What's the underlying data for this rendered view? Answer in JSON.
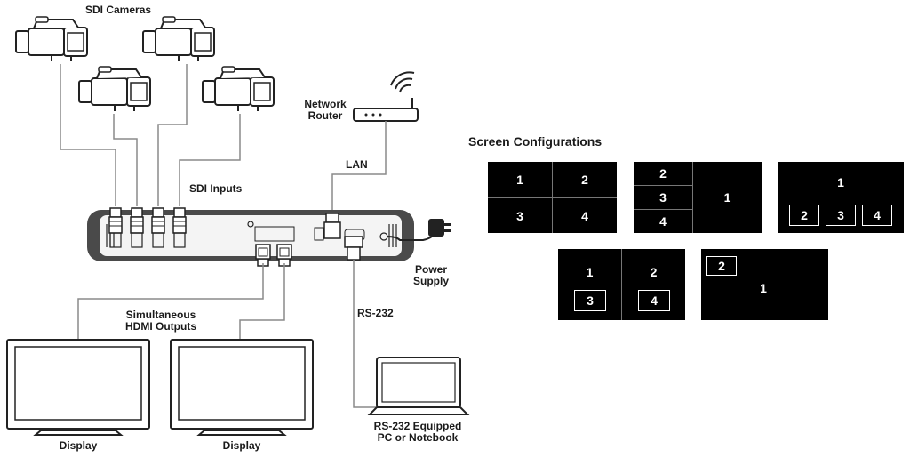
{
  "labels": {
    "sdi_cameras": "SDI Cameras",
    "network_router_1": "Network",
    "network_router_2": "Router",
    "lan": "LAN",
    "sdi_inputs": "SDI Inputs",
    "power_supply_1": "Power",
    "power_supply_2": "Supply",
    "simultaneous_1": "Simultaneous",
    "simultaneous_2": "HDMI Outputs",
    "rs232": "RS-232",
    "display_left": "Display",
    "display_right": "Display",
    "pc_1": "RS-232 Equipped",
    "pc_2": "PC or Notebook"
  },
  "screen_configurations": {
    "title": "Screen Configurations",
    "quad": [
      "1",
      "2",
      "3",
      "4"
    ],
    "stack": {
      "left": [
        "2",
        "3",
        "4"
      ],
      "main": "1"
    },
    "row": {
      "main": "1",
      "pips": [
        "2",
        "3",
        "4"
      ]
    },
    "dual_pip": {
      "left": "1",
      "left_pip": "3",
      "right": "2",
      "right_pip": "4"
    },
    "pip": {
      "main": "1",
      "pip": "2"
    }
  },
  "colors": {
    "screen_bg": "#000000",
    "screen_text": "#ffffff",
    "device_body": "#4a4a4a",
    "device_panel": "#f4f4f4",
    "cable": "#888888"
  },
  "icons": [
    "camera-icon",
    "router-icon",
    "wifi-icon",
    "monitor-icon",
    "laptop-icon",
    "power-adapter-icon",
    "connector-icon"
  ]
}
